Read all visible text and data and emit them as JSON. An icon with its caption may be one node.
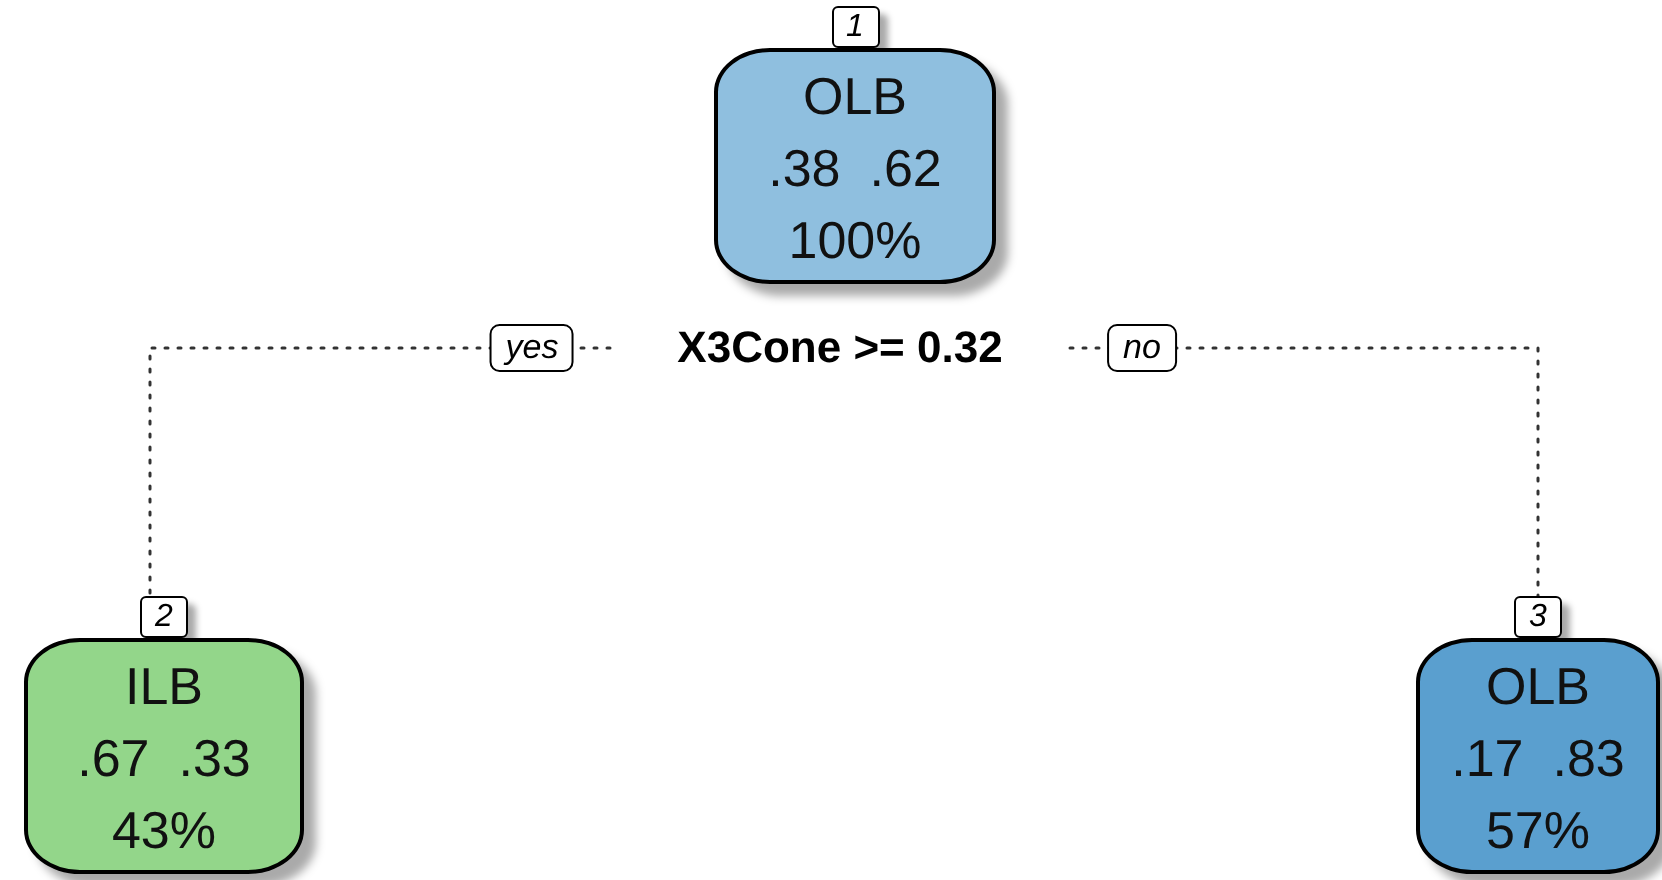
{
  "diagram": {
    "nodes": [
      {
        "text": [
          "OLB",
          ".38  .62",
          "100%"
        ],
        "beside": [
          "1"
        ]
      },
      {
        "text": [
          "X3Cone >= 0.32"
        ]
      },
      {
        "text": [
          "ILB",
          ".67  .33",
          "43%"
        ],
        "beside": [
          "2"
        ]
      },
      {
        "text": [
          "OLB",
          ".17  .83",
          "57%"
        ],
        "beside": [
          "3"
        ]
      }
    ],
    "edges": [
      {
        "from": 1,
        "to": 2,
        "arrow": "none",
        "label": "yes",
        "style": "dashed"
      },
      {
        "from": 1,
        "to": 3,
        "arrow": "none",
        "label": "no",
        "style": "dashed"
      }
    ]
  }
}
